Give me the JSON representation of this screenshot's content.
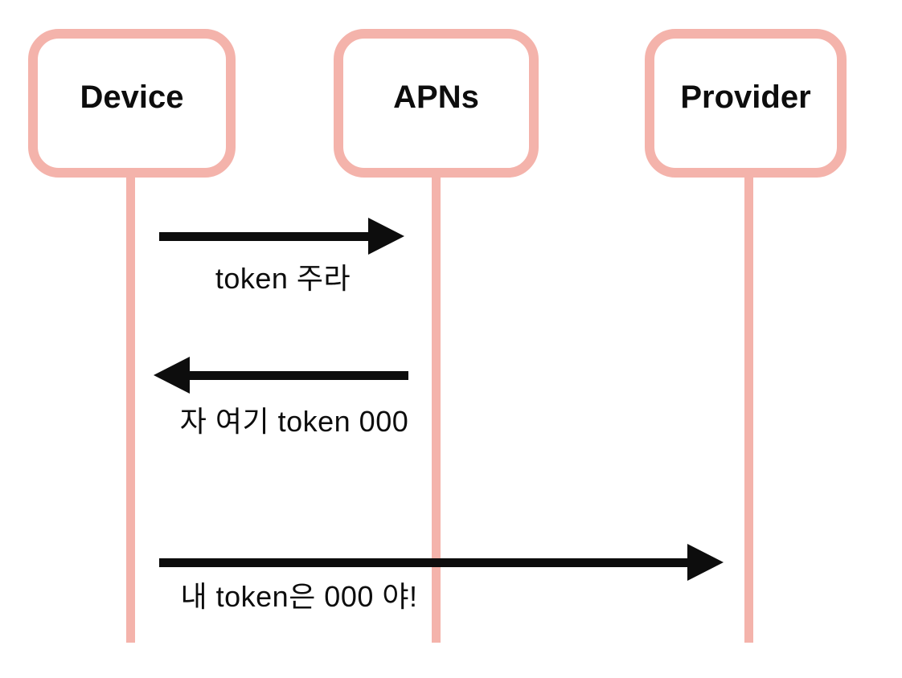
{
  "diagram": {
    "type": "sequence-diagram",
    "actors": [
      {
        "id": "device",
        "label": "Device"
      },
      {
        "id": "apns",
        "label": "APNs"
      },
      {
        "id": "provider",
        "label": "Provider"
      }
    ],
    "messages": [
      {
        "from": "device",
        "to": "apns",
        "direction": "right",
        "label": "token 주라"
      },
      {
        "from": "apns",
        "to": "device",
        "direction": "left",
        "label": "자 여기 token 000"
      },
      {
        "from": "device",
        "to": "provider",
        "direction": "right",
        "label": "내 token은 000 야!"
      }
    ],
    "colors": {
      "actor_border": "#F4B3AB",
      "lifeline": "#F4B3AB",
      "arrow": "#0D0D0D",
      "text": "#0D0D0D",
      "background": "#FFFFFF"
    }
  }
}
